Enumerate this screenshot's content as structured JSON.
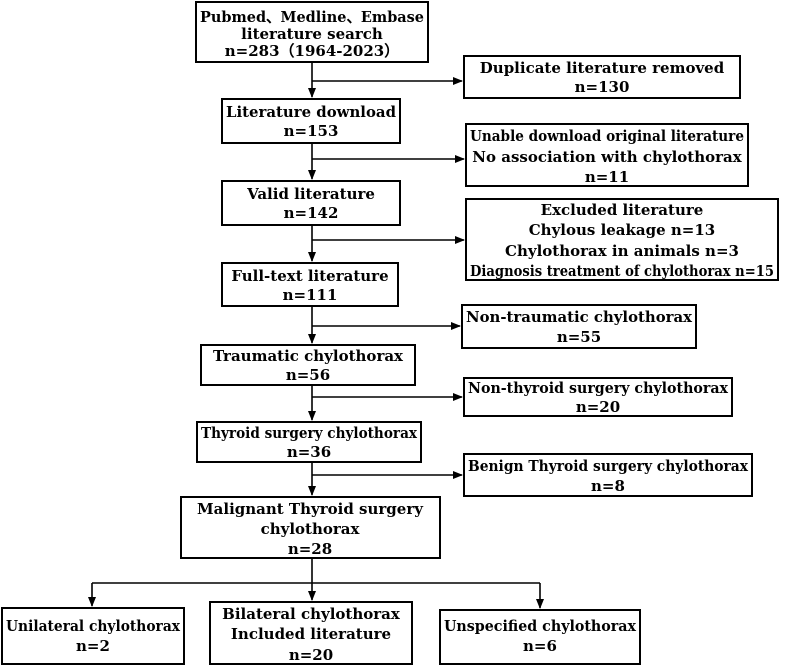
{
  "boxes": {
    "search": [
      "Pubmed、Medline、Embase",
      "literature search",
      "n=283（1964-2023）"
    ],
    "duplicates": [
      "Duplicate literature removed",
      "n=130"
    ],
    "download": [
      "Literature download",
      "n=153"
    ],
    "unable": [
      "Unable download original literature",
      "No association with chylothorax",
      "n=11"
    ],
    "valid": [
      "Valid literature",
      "n=142"
    ],
    "excluded": [
      "Excluded literature",
      "Chylous leakage n=13",
      "Chylothorax in animals n=3",
      "Diagnosis treatment of chylothorax n=15"
    ],
    "fulltext": [
      "Full-text  literature",
      "n=111"
    ],
    "nontraumatic": [
      "Non-traumatic chylothorax",
      "n=55"
    ],
    "traumatic": [
      "Traumatic chylothorax",
      "n=56"
    ],
    "nonthyroid": [
      "Non-thyroid surgery chylothorax",
      "n=20"
    ],
    "thyroid": [
      "Thyroid surgery chylothorax",
      "n=36"
    ],
    "benign": [
      "Benign Thyroid surgery chylothorax",
      "n=8"
    ],
    "malignant": [
      "Malignant Thyroid surgery",
      "chylothorax",
      "n=28"
    ],
    "unilateral": [
      "Unilateral chylothorax",
      "n=2"
    ],
    "bilateral": [
      "Bilateral chylothorax",
      "Included literature",
      "n=20"
    ],
    "unspecified": [
      "Unspecified chylothorax",
      "n=6"
    ]
  }
}
